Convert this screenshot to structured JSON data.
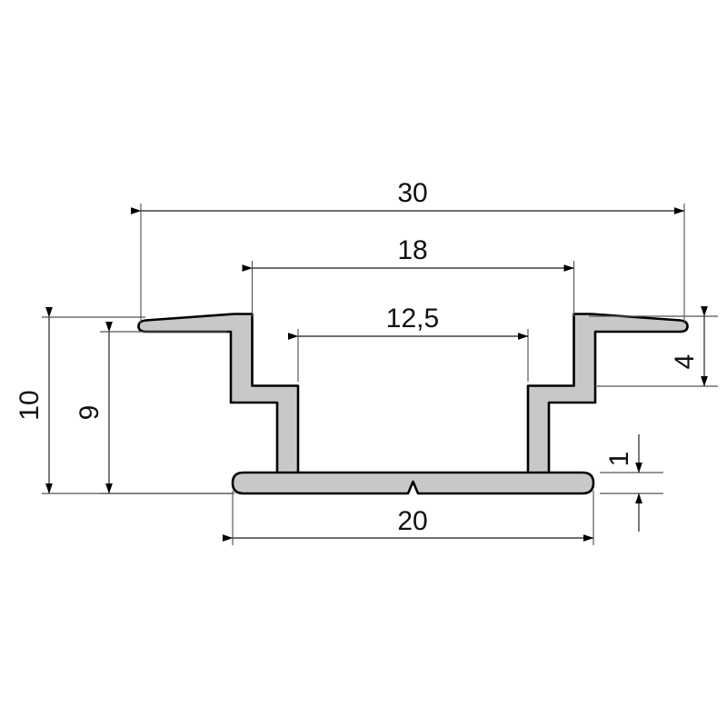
{
  "drawing": {
    "title": "Aluminium recessed LED profile cross-section",
    "units": "mm",
    "decimal_separator": ",",
    "colors": {
      "profile_fill": "#c8c8c8",
      "profile_outline": "#000000",
      "dimension_line": "#1a1a1a",
      "extension_line": "#555555",
      "background": "#ffffff",
      "text": "#111111"
    }
  },
  "dimensions": {
    "total_width": {
      "label": "30",
      "orientation": "horizontal",
      "position": "top",
      "value": 30
    },
    "flange_inner_width": {
      "label": "18",
      "orientation": "horizontal",
      "position": "top",
      "value": 18
    },
    "channel_width": {
      "label": "12,5",
      "orientation": "horizontal",
      "position": "middle",
      "value": 12.5
    },
    "base_width": {
      "label": "20",
      "orientation": "horizontal",
      "position": "bottom",
      "value": 20
    },
    "total_height": {
      "label": "10",
      "orientation": "vertical",
      "position": "left-outer",
      "value": 10
    },
    "inner_height": {
      "label": "9",
      "orientation": "vertical",
      "position": "left-inner",
      "value": 9
    },
    "flange_depth": {
      "label": "4",
      "orientation": "vertical",
      "position": "right-outer",
      "value": 4
    },
    "base_thickness": {
      "label": "1",
      "orientation": "vertical",
      "position": "right-lower",
      "value": 1
    }
  }
}
